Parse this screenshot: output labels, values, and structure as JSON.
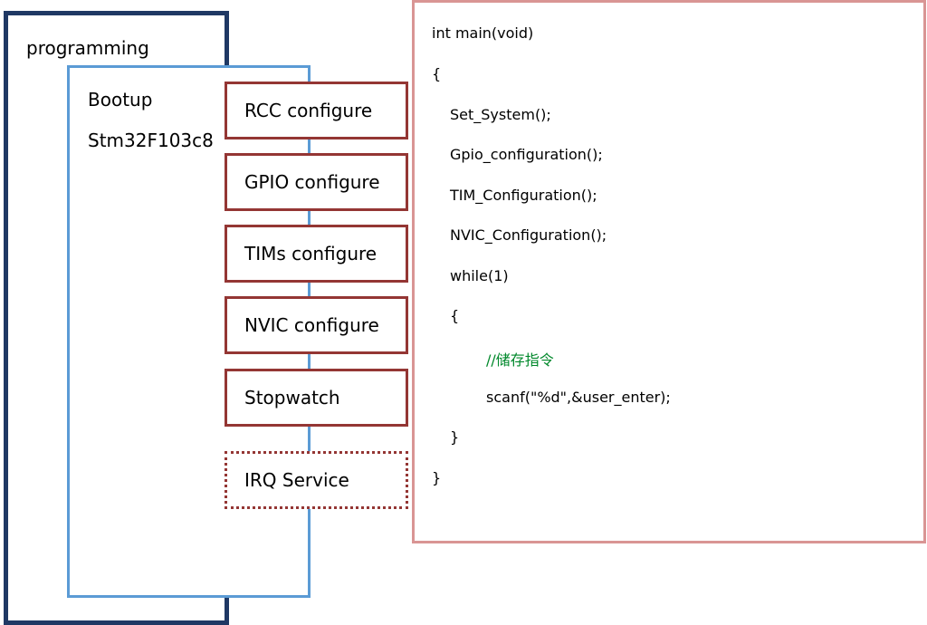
{
  "programming_box": {
    "label": "programming"
  },
  "bootup_box": {
    "label": "Bootup",
    "chip": "Stm32F103c8"
  },
  "steps": [
    {
      "label": "RCC configure",
      "style": "solid"
    },
    {
      "label": "GPIO configure",
      "style": "solid"
    },
    {
      "label": "TIMs configure",
      "style": "solid"
    },
    {
      "label": "NVIC configure",
      "style": "solid"
    },
    {
      "label": "Stopwatch",
      "style": "solid"
    },
    {
      "label": "IRQ Service",
      "style": "dotted"
    }
  ],
  "code_lines": [
    {
      "text": "int main(void)",
      "indent": 0,
      "kind": "code"
    },
    {
      "text": "{",
      "indent": 0,
      "kind": "code"
    },
    {
      "text": "Set_System();",
      "indent": 1,
      "kind": "code"
    },
    {
      "text": "Gpio_configuration();",
      "indent": 1,
      "kind": "code"
    },
    {
      "text": "TIM_Configuration();",
      "indent": 1,
      "kind": "code"
    },
    {
      "text": "NVIC_Configuration();",
      "indent": 1,
      "kind": "code"
    },
    {
      "text": "while(1)",
      "indent": 1,
      "kind": "code"
    },
    {
      "text": "{",
      "indent": 1,
      "kind": "code"
    },
    {
      "text": "//储存指令",
      "indent": 2,
      "kind": "comment"
    },
    {
      "text": "scanf(\"%d\",&user_enter);",
      "indent": 2,
      "kind": "code"
    },
    {
      "text": "}",
      "indent": 1,
      "kind": "code"
    },
    {
      "text": "}",
      "indent": 0,
      "kind": "code"
    }
  ],
  "colors": {
    "programming_border": "#1f3864",
    "bootup_border": "#5b9bd5",
    "step_border": "#943634",
    "code_border": "#d99594",
    "comment_text": "#00882b"
  }
}
